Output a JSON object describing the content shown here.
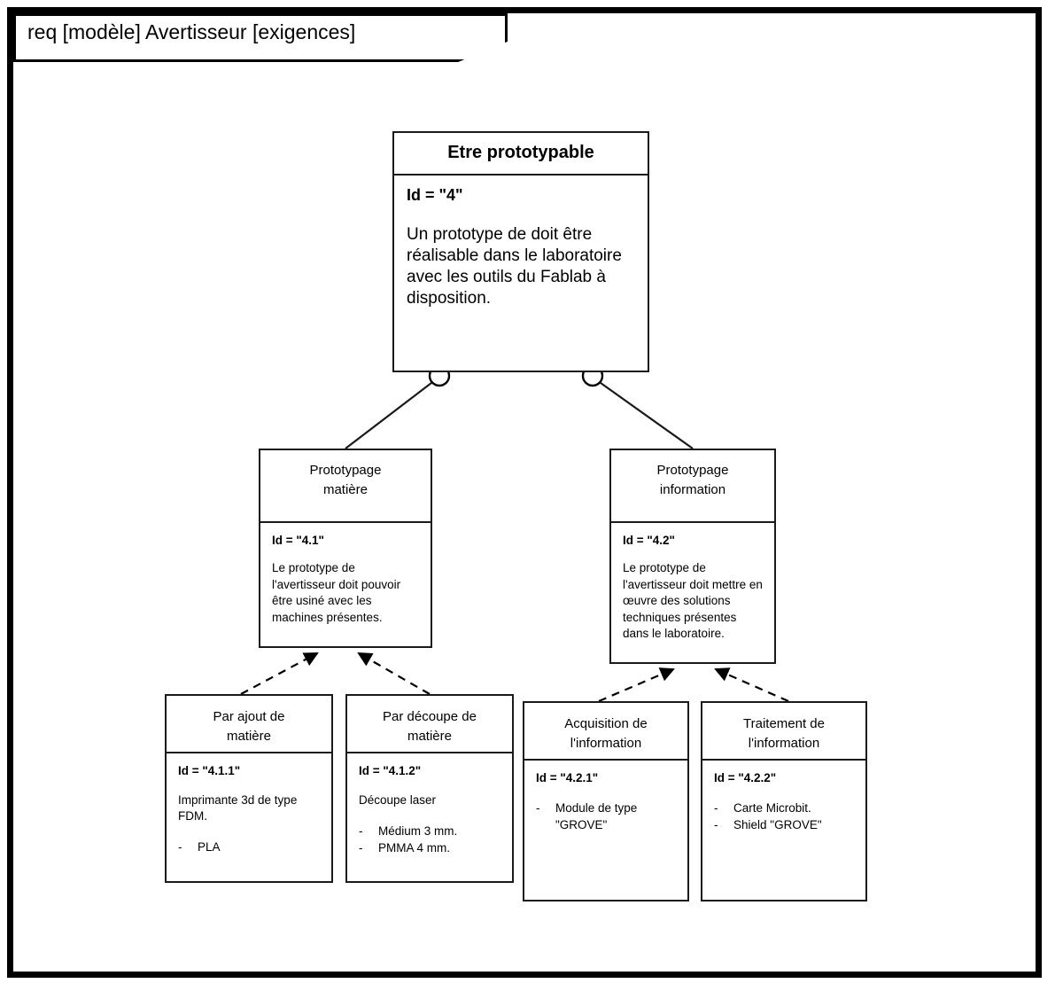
{
  "frame": {
    "title": "req [modèle] Avertisseur [exigences]",
    "diagram_kind": "req",
    "model_name": "modèle",
    "diagram_name": "Avertisseur",
    "diagram_qualifier": "exigences"
  },
  "colors": {
    "frame_border": "#000000",
    "block_border": "#1a1a1a",
    "background": "#ffffff",
    "text": "#000000"
  },
  "blocks": {
    "root": {
      "title": "Etre prototypable",
      "id_label": "Id = \"4\"",
      "description": "Un prototype de doit être réalisable dans le laboratoire avec les outils du Fablab à disposition."
    },
    "proto_matiere": {
      "title": "Prototypage\nmatière",
      "id_label": "Id = \"4.1\"",
      "description": "Le prototype de l'avertisseur doit pouvoir être usiné avec les machines présentes."
    },
    "proto_information": {
      "title": "Prototypage\ninformation",
      "id_label": "Id = \"4.2\"",
      "description": "Le prototype de l'avertisseur doit mettre en œuvre des solutions techniques présentes dans le laboratoire."
    },
    "ajout_matiere": {
      "title": "Par ajout de\nmatière",
      "id_label": "Id = \"4.1.1\"",
      "description": "Imprimante 3d de type FDM.",
      "bullets": [
        "PLA"
      ]
    },
    "decoupe_matiere": {
      "title": "Par découpe de\nmatière",
      "id_label": "Id = \"4.1.2\"",
      "description": "Découpe laser",
      "bullets": [
        "Médium 3 mm.",
        "PMMA 4 mm."
      ]
    },
    "acquisition": {
      "title": "Acquisition de\nl'information",
      "id_label": "Id = \"4.2.1\"",
      "description": "",
      "bullets": [
        "Module de type\n\"GROVE\""
      ]
    },
    "traitement": {
      "title": "Traitement de\nl'information",
      "id_label": "Id = \"4.2.2\"",
      "description": "",
      "bullets": [
        "Carte Microbit.",
        "Shield \"GROVE\""
      ]
    }
  },
  "bullet_marker": "-",
  "relations": [
    {
      "name": "containment-root-to-proto-matiere",
      "kind": "containment",
      "from": "root",
      "to": "proto_matiere",
      "style": "solid-line-with-circle"
    },
    {
      "name": "containment-root-to-proto-information",
      "kind": "containment",
      "from": "root",
      "to": "proto_information",
      "style": "solid-line-with-circle"
    },
    {
      "name": "derive-ajout-to-proto-matiere",
      "kind": "deriveReqt",
      "from": "ajout_matiere",
      "to": "proto_matiere",
      "style": "dashed-line-filled-arrow"
    },
    {
      "name": "derive-decoupe-to-proto-matiere",
      "kind": "deriveReqt",
      "from": "decoupe_matiere",
      "to": "proto_matiere",
      "style": "dashed-line-filled-arrow"
    },
    {
      "name": "derive-acquisition-to-proto-information",
      "kind": "deriveReqt",
      "from": "acquisition",
      "to": "proto_information",
      "style": "dashed-line-filled-arrow"
    },
    {
      "name": "derive-traitement-to-proto-information",
      "kind": "deriveReqt",
      "from": "traitement",
      "to": "proto_information",
      "style": "dashed-line-filled-arrow"
    }
  ]
}
